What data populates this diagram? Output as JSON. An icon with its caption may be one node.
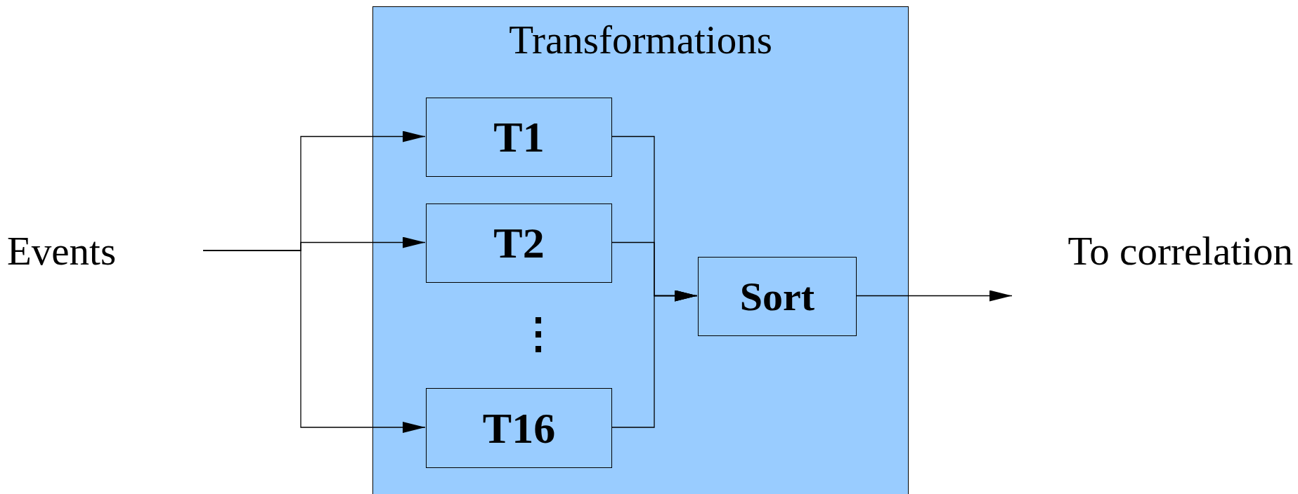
{
  "diagram": {
    "nodes": [
      {
        "text": [
          "Events"
        ]
      },
      {
        "text": [
          "Transformations"
        ]
      },
      {
        "text": [
          "T1"
        ],
        "in": 1
      },
      {
        "text": [
          "T2"
        ],
        "in": 1
      },
      {
        "text": [
          "T16"
        ],
        "in": 1
      },
      {
        "text": [
          "Sort"
        ],
        "in": 1
      },
      {
        "text": [
          "To correlation"
        ]
      }
    ],
    "edges": [
      {
        "from": 0,
        "to": 2,
        "arrow": "to"
      },
      {
        "from": 0,
        "to": 3,
        "arrow": "to"
      },
      {
        "from": 0,
        "to": 4,
        "arrow": "to"
      },
      {
        "from": 2,
        "to": 5,
        "arrow": "to"
      },
      {
        "from": 3,
        "to": 5,
        "arrow": "to"
      },
      {
        "from": 4,
        "to": 5,
        "arrow": "to"
      },
      {
        "from": 5,
        "to": 6,
        "arrow": "to"
      }
    ],
    "labels": [
      "⋮"
    ]
  }
}
